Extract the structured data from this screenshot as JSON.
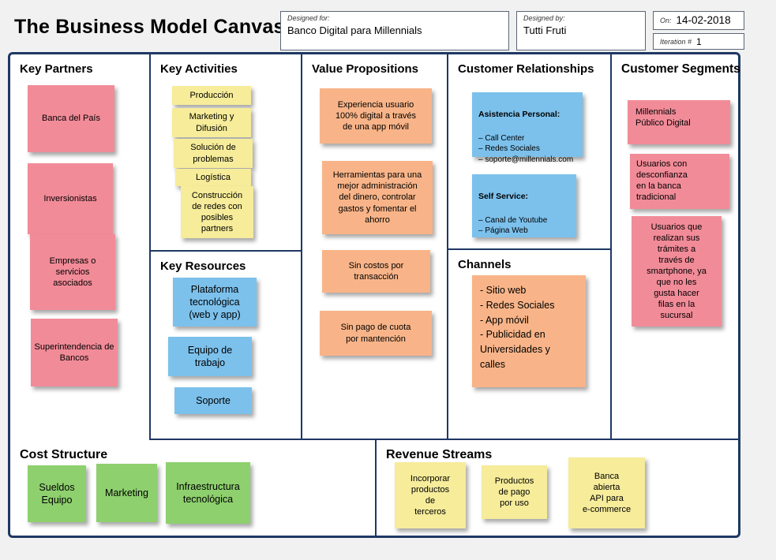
{
  "header": {
    "title": "The Business Model Canvas",
    "designed_for_label": "Designed for:",
    "designed_for_value": "Banco Digital para Millennials",
    "designed_by_label": "Designed by:",
    "designed_by_value": "Tutti Fruti",
    "on_label": "On:",
    "on_value": "14-02-2018",
    "iteration_label": "Iteration #",
    "iteration_value": "1"
  },
  "colors": {
    "note_pink": "#f28b98",
    "note_yellow": "#f6ec9a",
    "note_blue": "#7cc1ec",
    "note_orange": "#f8b488",
    "note_green": "#8ed06e",
    "border_navy": "#1f3864"
  },
  "canvas": {
    "key_partners": {
      "title": "Key Partners",
      "notes": [
        "Banca del País",
        "Inversionistas",
        "Empresas o\nservicios\nasociados",
        "Superintendencia de\nBancos"
      ]
    },
    "key_activities": {
      "title": "Key Activities",
      "notes": [
        "Producción",
        "Marketing y\nDifusión",
        "Solución de\nproblemas",
        "Logística",
        "Construcción\nde redes con\nposibles\npartners"
      ]
    },
    "key_resources": {
      "title": "Key Resources",
      "notes": [
        "Plataforma\ntecnológica\n(web y app)",
        "Equipo de\ntrabajo",
        "Soporte"
      ]
    },
    "value_propositions": {
      "title": "Value Propositions",
      "notes": [
        "Experiencia usuario\n100% digital a través\nde una app móvil",
        "Herramientas para una\nmejor administración\ndel dinero, controlar\ngastos y fomentar el\nahorro",
        "Sin costos por\ntransacción",
        "Sin pago de cuota\npor mantención"
      ]
    },
    "customer_relationships": {
      "title": "Customer Relationships",
      "notes": [
        {
          "heading": "Asistencia Personal:",
          "body": "– Call Center\n– Redes Sociales\n– soporte@millennials.com"
        },
        {
          "heading": "Self Service:",
          "body": "– Canal de Youtube\n– Página Web"
        }
      ]
    },
    "channels": {
      "title": "Channels",
      "notes": [
        "- Sitio web\n- Redes Sociales\n- App móvil\n- Publicidad en\nUniversidades y\ncalles"
      ]
    },
    "customer_segments": {
      "title": "Customer Segments",
      "notes": [
        "Millennials\nPúblico Digital",
        "Usuarios con\ndesconfianza\nen la banca\ntradicional",
        "Usuarios que\nrealizan sus\ntrámites a\ntravés de\nsmartphone, ya\nque no les\ngusta hacer\nfilas en la\nsucursal"
      ]
    },
    "cost_structure": {
      "title": "Cost Structure",
      "notes": [
        "Sueldos\nEquipo",
        "Marketing",
        "Infraestructura\ntecnológica"
      ]
    },
    "revenue_streams": {
      "title": "Revenue Streams",
      "notes": [
        "Incorporar\nproductos\nde\nterceros",
        "Productos\nde pago\npor uso",
        "Banca\nabierta\nAPI para\ne-commerce"
      ]
    }
  }
}
